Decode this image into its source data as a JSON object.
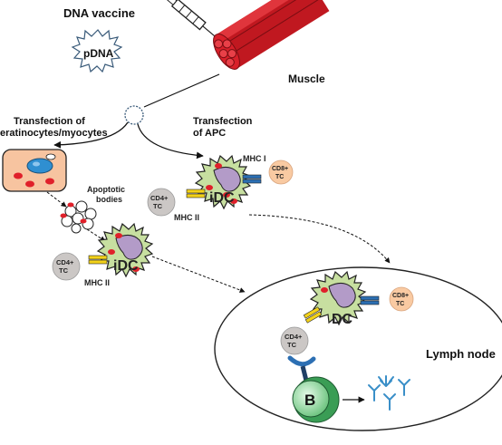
{
  "labels": {
    "dna_vaccine": "DNA vaccine",
    "pdna": "pDNA",
    "muscle": "Muscle",
    "transfection_keratinocytes_line1": "Transfection of",
    "transfection_keratinocytes_line2": "eratinocytes/myocytes",
    "transfection_apc_line1": "Transfection",
    "transfection_apc_line2": "of APC",
    "apoptotic_line1": "Apoptotic",
    "apoptotic_line2": "bodies",
    "mhc1": "MHC I",
    "mhc2_top": "MHC II",
    "mhc2_bottom": "MHC II",
    "idc_top": "iDC",
    "idc_bottom": "iDC",
    "dc": "DC",
    "cd8_line1": "CD8+",
    "cd8_line2": "TC",
    "cd4_line1": "CD4+",
    "cd4_line2": "TC",
    "b_cell": "B",
    "lymph_node": "Lymph node"
  },
  "colors": {
    "muscle": "#d8202a",
    "cell_orange": "#f7c4a0",
    "dc_green": "#c7dfa0",
    "dc_nucleus": "#b39bc8",
    "cd4_grey": "#cbc7c5",
    "cd8_orange": "#f9caa2",
    "b_green": "#9fdfb0",
    "antibody_blue": "#3a8fc8",
    "mhc_yellow": "#f3d21a",
    "mhc_blue": "#2c6fb3",
    "dot_red": "#e0202a"
  }
}
